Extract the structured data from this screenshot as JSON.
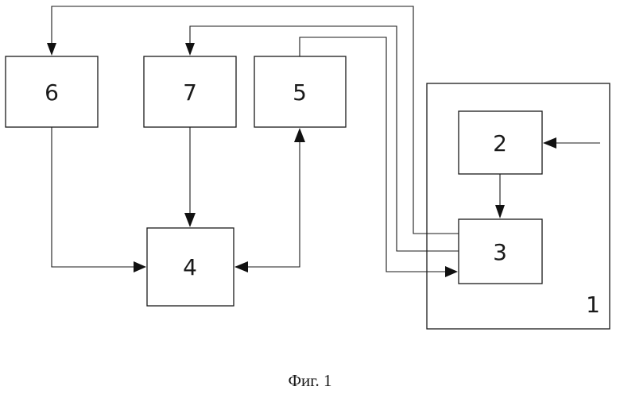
{
  "diagram": {
    "blocks": {
      "b1": "1",
      "b2": "2",
      "b3": "3",
      "b4": "4",
      "b5": "5",
      "b6": "6",
      "b7": "7"
    },
    "caption": "Фиг. 1"
  }
}
